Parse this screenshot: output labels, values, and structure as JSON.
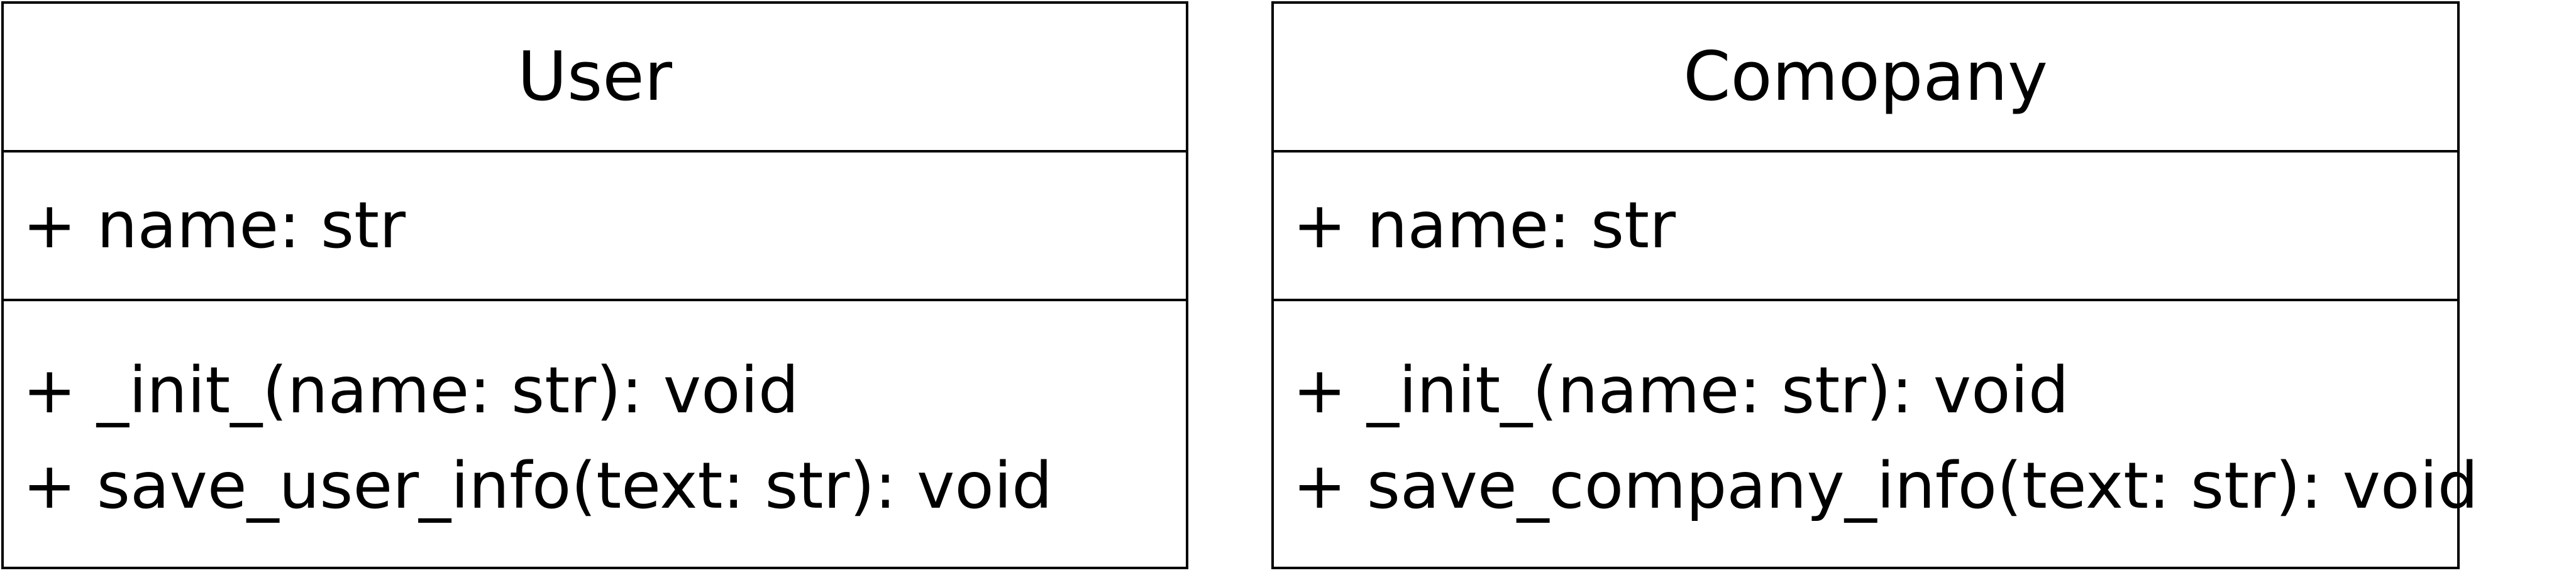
{
  "classes": [
    {
      "name": "User",
      "attributes": [
        "+ name: str"
      ],
      "methods": [
        "+ _init_(name: str): void",
        "+ save_user_info(text: str): void"
      ]
    },
    {
      "name": "Comopany",
      "attributes": [
        "+ name: str"
      ],
      "methods": [
        "+ _init_(name: str): void",
        "+ save_company_info(text: str): void"
      ]
    }
  ]
}
